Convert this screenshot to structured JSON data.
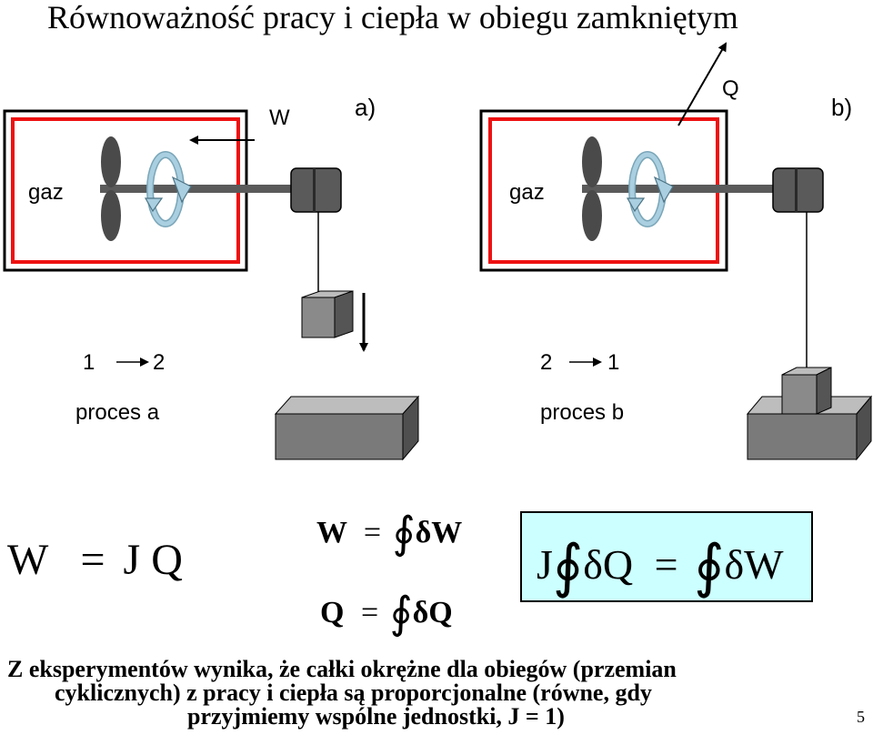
{
  "title": "Równoważność pracy i ciepła w obiegu zamkniętym",
  "diagram_a": {
    "label": "a)",
    "work_label": "W",
    "gas_label": "gaz",
    "transition": "1 → 2",
    "process": "proces a"
  },
  "diagram_b": {
    "label": "b)",
    "heat_label": "Q",
    "gas_label": "gaz",
    "transition": "2 → 1",
    "process": "proces b"
  },
  "equations": {
    "main": {
      "lhs": "W",
      "eq": "=",
      "rhs": "J Q"
    },
    "work": {
      "lhs": "W",
      "eq": "=",
      "integrand": "δW"
    },
    "heat": {
      "lhs": "Q",
      "eq": "=",
      "integrand": "δQ"
    },
    "boxed": {
      "coef": "J",
      "lhs": "δQ",
      "eq": "=",
      "rhs": "δW"
    }
  },
  "conclusion": [
    "Z eksperymentów wynika, że całki okrężne dla obiegów (przemian",
    "cyklicznych) z pracy i ciepła są proporcjonalne (równe, gdy",
    "przyjmiemy wspólne jednostki, J = 1)"
  ],
  "page_number": "5",
  "colors": {
    "frame_red": "#ee1111",
    "paddle_dark": "#4a4a4a",
    "weight_gray": "#777777",
    "rotation_arrow": "#a9cfe0",
    "formula_bg": "#ccffff"
  }
}
